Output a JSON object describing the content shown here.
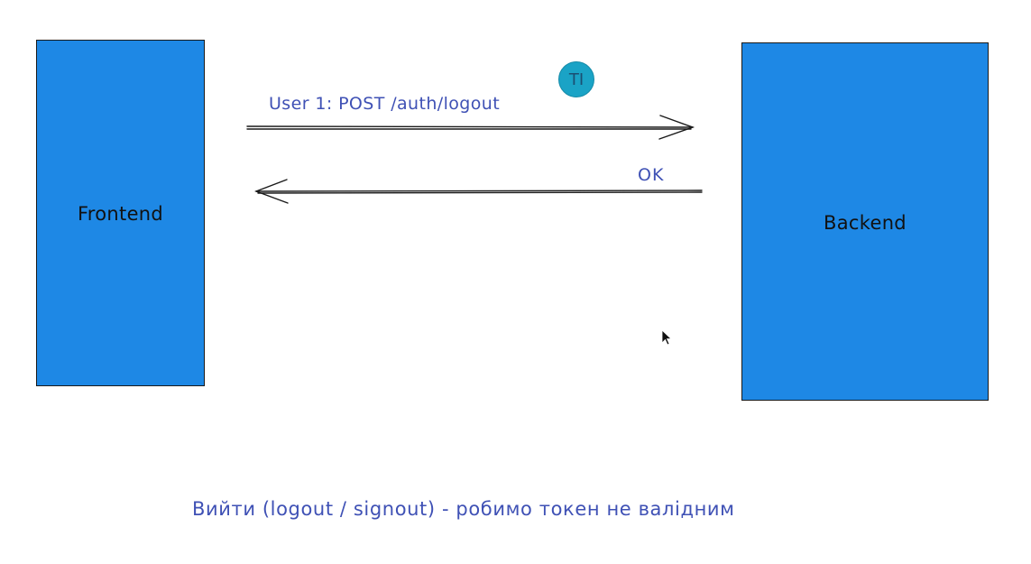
{
  "diagram": {
    "frontend_label": "Frontend",
    "backend_label": "Backend",
    "request_label": "User 1:  POST /auth/logout",
    "response_label": "OK",
    "caption": "Вийти (logout / signout) - робимо токен не валідним"
  },
  "collaborator": {
    "initials": "TI"
  },
  "colors": {
    "box_fill": "#1e88e5",
    "annotation_text": "#3f51b5",
    "avatar": "#1aa3c6"
  }
}
